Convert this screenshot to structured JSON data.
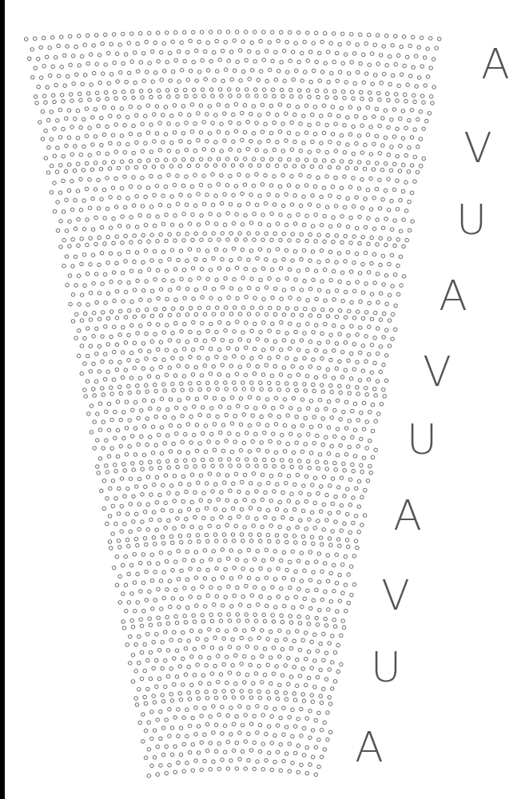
{
  "diagram": {
    "labels": [
      "A",
      "V",
      "U",
      "A",
      "V",
      "U",
      "A",
      "V",
      "U",
      "A"
    ]
  }
}
